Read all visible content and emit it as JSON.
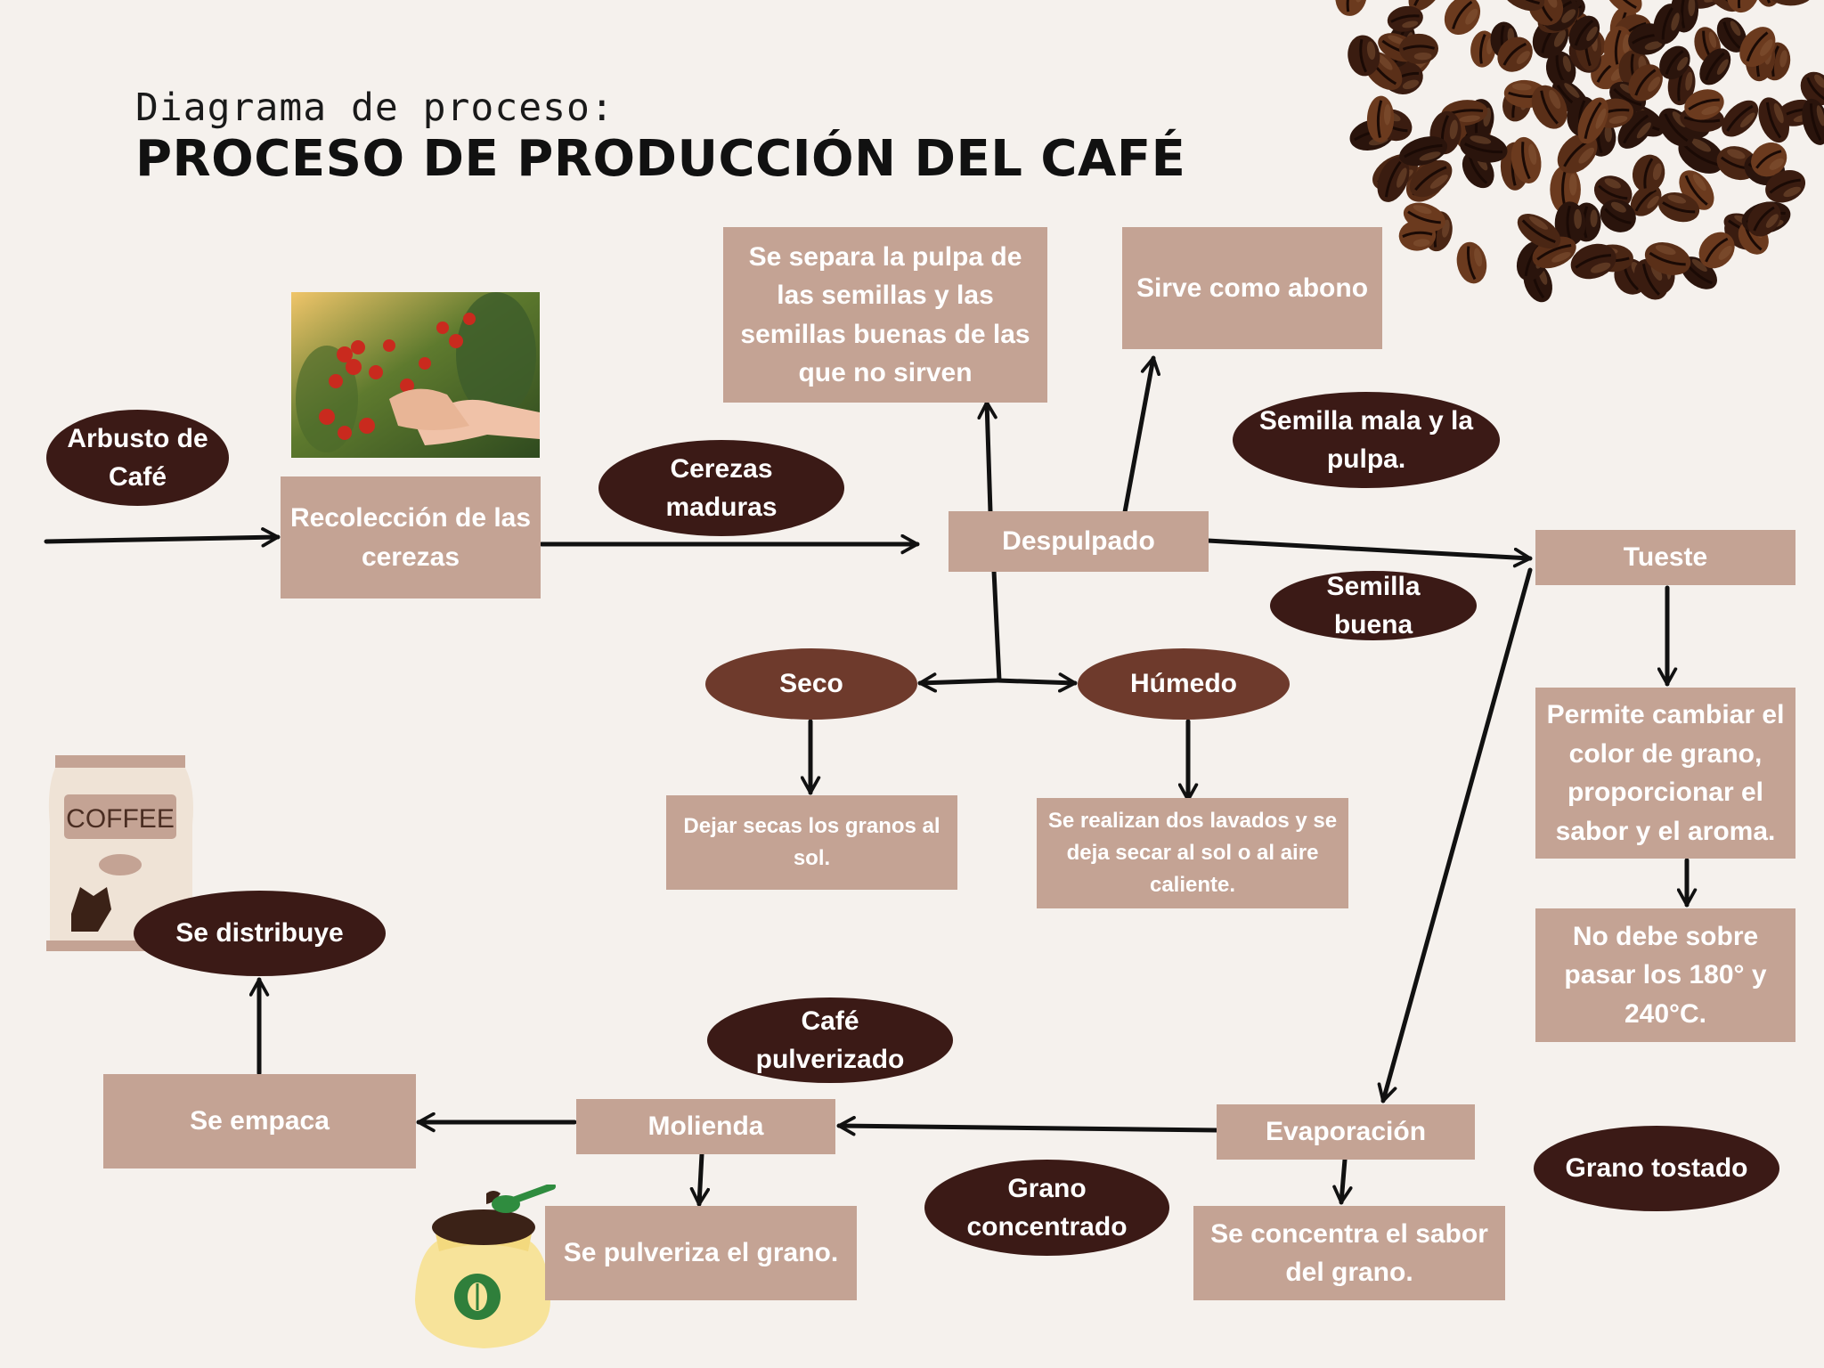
{
  "title": {
    "prefix": "Diagrama de proceso:",
    "main": "PROCESO DE PRODUCCIÓN DEL CAFÉ"
  },
  "nodes": {
    "recoleccion": "Recolección de las cerezas",
    "separa": "Se separa la pulpa de las semillas y las semillas buenas de las que no sirven",
    "abono": "Sirve como abono",
    "despulpado": "Despulpado",
    "tueste": "Tueste",
    "permite": "Permite cambiar el color de grano, proporcionar el sabor y el aroma.",
    "no_debe": "No debe sobre pasar los 180° y 240°C.",
    "dejar_secas": "Dejar secas los granos al sol.",
    "lavados": "Se realizan dos lavados y se deja secar al sol o al aire caliente.",
    "evaporacion": "Evaporación",
    "concentra": "Se concentra el sabor del grano.",
    "molienda": "Molienda",
    "pulveriza": "Se pulveriza el grano.",
    "empaca": "Se empaca"
  },
  "labels": {
    "arbusto": "Arbusto de Café",
    "cerezas": "Cerezas maduras",
    "semilla_mala": "Semilla mala y la pulpa.",
    "semilla_buena": "Semilla buena",
    "seco": "Seco",
    "humedo": "Húmedo",
    "distribuye": "Se distribuye",
    "pulverizado": "Café pulverizado",
    "concentrado": "Grano concentrado",
    "tostado": "Grano tostado"
  },
  "coffee_bag_text": "COFFEE",
  "icons": [
    "coffee-beans-image",
    "coffee-cherries-photo",
    "coffee-bag-icon",
    "ground-coffee-sack-icon"
  ]
}
